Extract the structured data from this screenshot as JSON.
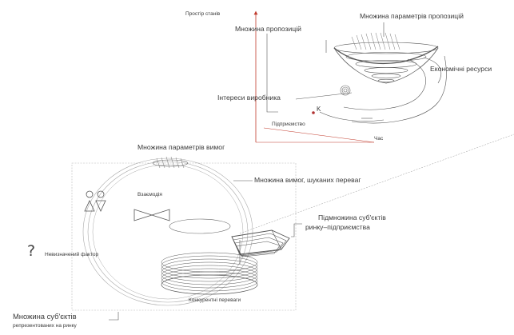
{
  "axes": {
    "state_axis_label": "Простір станів",
    "time_axis_label": "Час"
  },
  "labels": {
    "proposals_params": "Множина параметрів пропозицій",
    "proposals": "Множина пропозицій",
    "economic_resources": "Економічні ресурси",
    "producer_interests": "Інтереси виробника",
    "enterprise_point": "K",
    "enterprise": "Підприємство",
    "requirements_params": "Множина параметрів вимог",
    "requirements_set": "Множина вимог, шуканих переваг",
    "interaction": "Взаємодія",
    "subset_line1": "Підмножина суб'єктів",
    "subset_line2": "ринку–підприємства",
    "question_mark": "?",
    "undefined_factor": "Невизначений фактор",
    "competitive_advantages": "Конкурентні переваги",
    "market_subjects_line1": "Множина суб'єктів",
    "market_subjects_line2": "репрезентованих на ринку"
  },
  "colors": {
    "axis_red": "#c0392b",
    "enterprise_point": "#b03030",
    "ink": "#555555",
    "hatch": "#777777"
  }
}
